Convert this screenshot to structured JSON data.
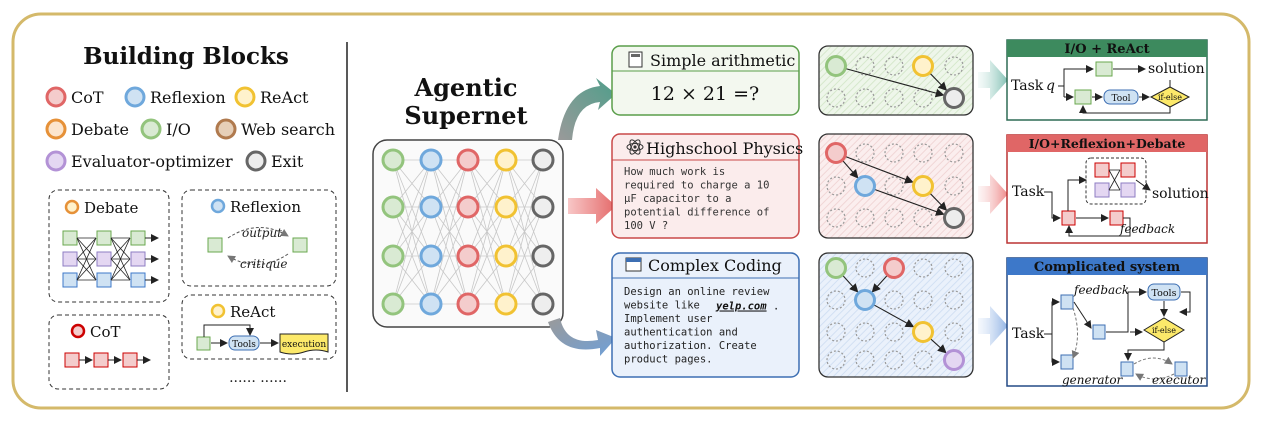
{
  "left": {
    "title": "Building Blocks",
    "legend": [
      {
        "label": "CoT",
        "color": "#e06666"
      },
      {
        "label": "Reflexion",
        "color": "#6fa8dc"
      },
      {
        "label": "ReAct",
        "color": "#f1c232"
      },
      {
        "label": "Debate",
        "color": "#e69138"
      },
      {
        "label": "I/O",
        "color": "#93c47d"
      },
      {
        "label": "Web search",
        "color": "#b07a4e"
      },
      {
        "label": "Evaluator-optimizer",
        "color": "#b392d6"
      },
      {
        "label": "Exit",
        "color": "#666666"
      }
    ],
    "debate_title": "Debate",
    "reflexion_title": "Reflexion",
    "reflexion_output": "output",
    "reflexion_critique": "critique",
    "cot_title": "CoT",
    "react_title": "ReAct",
    "react_tools": "Tools",
    "react_execution": "execution",
    "ellipsis": "...... ......"
  },
  "center": {
    "title_line1": "Agentic",
    "title_line2": "Supernet"
  },
  "tasks": {
    "arithmetic": {
      "title": "Simple arithmetic",
      "body": "12 × 21 =?"
    },
    "physics": {
      "title": "Highschool Physics",
      "lines": [
        "How much work is",
        "required to charge a 10",
        "μF capacitor to a",
        "potential difference of",
        "100 V ?"
      ]
    },
    "coding": {
      "title": "Complex Coding",
      "lines": [
        "Design an online review",
        "website like ",
        "Implement user",
        "authentication and",
        "authorization. Create",
        "product pages."
      ],
      "link": "yelp.com",
      "link_suffix": "."
    }
  },
  "systems": {
    "io_react": {
      "title": "I/O + ReAct",
      "task": "Task",
      "q": "q",
      "tools": "Tool",
      "ifelse": "if-else",
      "solution": "solution"
    },
    "ird": {
      "title": "I/O+Reflexion+Debate",
      "task": "Task",
      "solution": "solution",
      "feedback": "feedback"
    },
    "complicated": {
      "title": "Complicated system",
      "task": "Task",
      "feedback": "feedback",
      "tools": "Tools",
      "ifelse": "if-else",
      "generator": "generator",
      "executor": "executor"
    }
  },
  "colors": {
    "border": "#d4b96a",
    "green": "#93c47d",
    "red": "#e06666",
    "blue": "#6fa8dc",
    "orange": "#f1c232"
  }
}
